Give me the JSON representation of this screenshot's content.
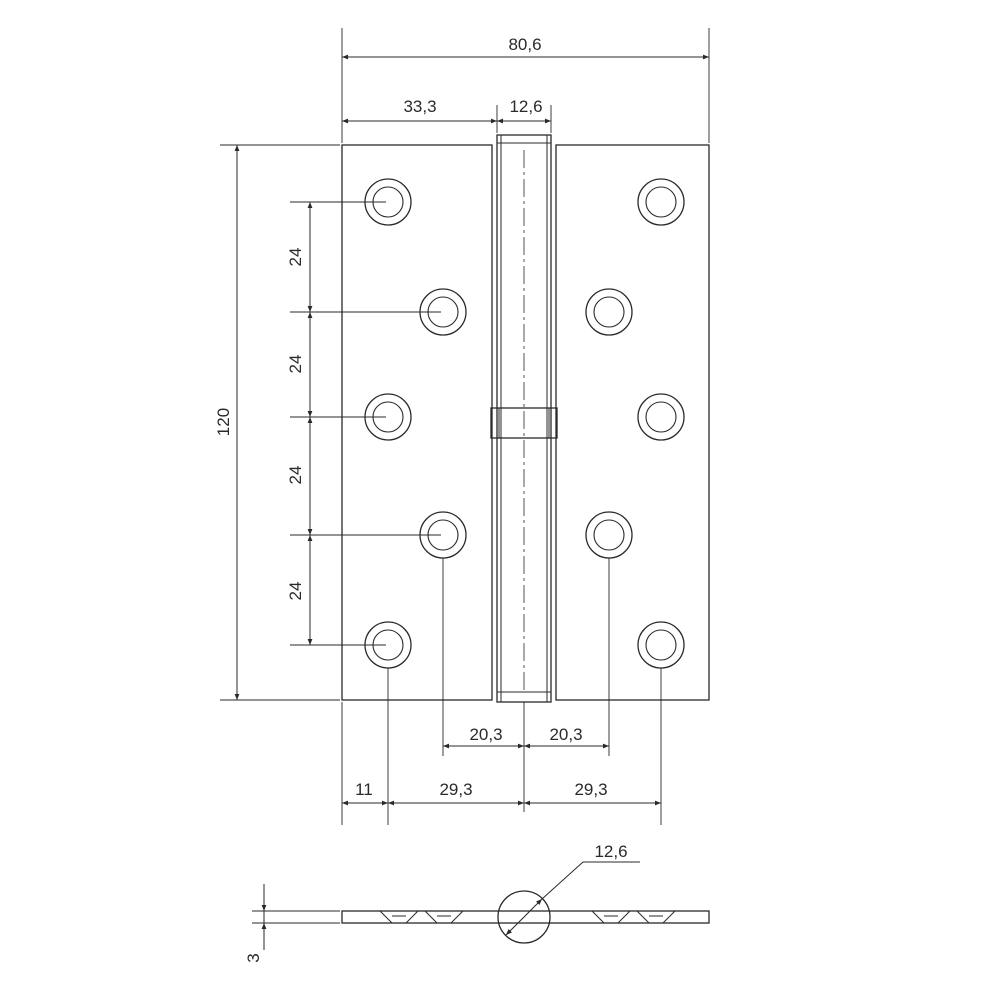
{
  "drawing": {
    "dims": {
      "overall_width": "80,6",
      "leaf_to_knuckle": "33,3",
      "knuckle_width": "12,6",
      "height": "120",
      "pitch_1": "24",
      "pitch_2": "24",
      "pitch_3": "24",
      "pitch_4": "24",
      "inner_left": "20,3",
      "inner_right": "20,3",
      "edge_offset": "11",
      "outer_left": "29,3",
      "outer_right": "29,3",
      "pin_diameter": "12,6",
      "thickness": "3"
    }
  }
}
